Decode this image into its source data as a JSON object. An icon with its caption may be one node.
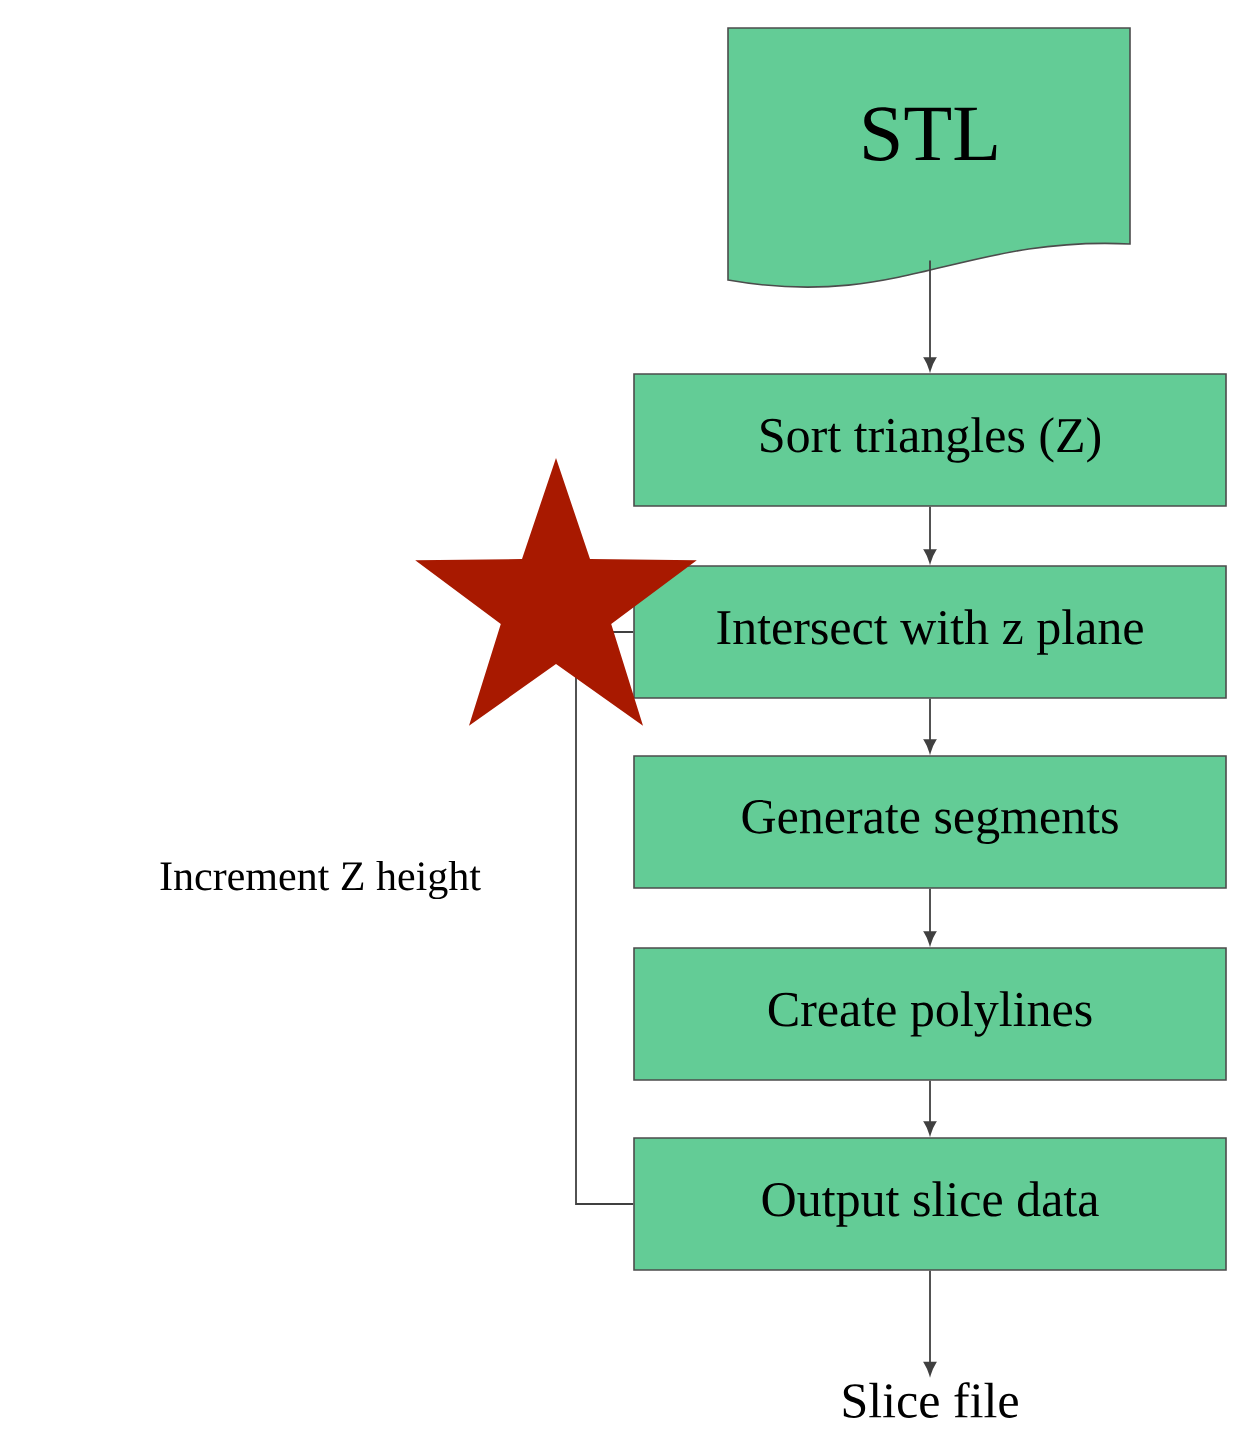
{
  "diagram": {
    "nodes": [
      {
        "text": [
          "STL"
        ]
      },
      {
        "text": [
          "Sort triangles (Z)"
        ]
      },
      {
        "text": [
          "Intersect with z plane"
        ]
      },
      {
        "text": [
          "Generate segments"
        ]
      },
      {
        "text": [
          "Create polylines"
        ]
      },
      {
        "text": [
          "Output slice data"
        ]
      },
      {
        "text": [
          "Slice file"
        ]
      }
    ],
    "edges": [
      {
        "from": 0,
        "to": 1,
        "arrow": "to"
      },
      {
        "from": 1,
        "to": 2,
        "arrow": "to"
      },
      {
        "from": 2,
        "to": 3,
        "arrow": "to"
      },
      {
        "from": 3,
        "to": 4,
        "arrow": "to"
      },
      {
        "from": 4,
        "to": 5,
        "arrow": "to"
      },
      {
        "from": 5,
        "to": 6,
        "arrow": "to"
      },
      {
        "from": 5,
        "to": 2,
        "arrow": "none",
        "label": "Increment Z height"
      }
    ]
  }
}
